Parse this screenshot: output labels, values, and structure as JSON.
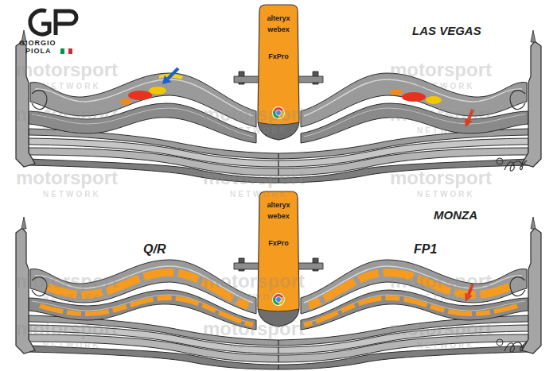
{
  "diagram": {
    "labels": [
      "GIORGIO",
      "PIOLA",
      "LAS VEGAS",
      "alteryx",
      "webex",
      "FxPro",
      "MONZA",
      "Q/R",
      "FP1",
      "alteryx",
      "webex",
      "FxPro",
      "motorsport",
      "NETWORK",
      "motorsport",
      "NETWORK",
      "motorsport",
      "NETWORK",
      "motorsport",
      "NETWORK",
      "motorsport",
      "NETWORK",
      "motorsport",
      "NETWORK",
      "motorsport",
      "NETWORK",
      "motorsport",
      "NETWORK",
      "motorsport",
      "NETWORK",
      "motorsport",
      "NETWORK",
      "motorsport",
      "NETWORK",
      "motorsport",
      "NETWORK",
      "motorsport",
      "NETWORK",
      "motorsport",
      "NETWORK"
    ]
  }
}
